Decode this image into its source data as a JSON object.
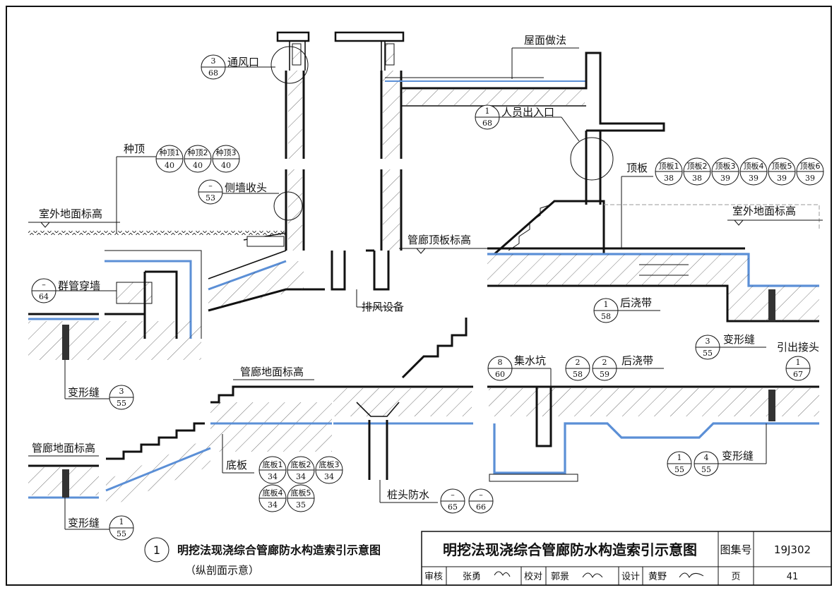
{
  "labels": {
    "vent": "通风口",
    "roof_method": "屋面做法",
    "personnel_entrance": "人员出入口",
    "planting_top": "种顶",
    "side_wall_closure": "侧墙收头",
    "top_slab": "顶板",
    "outdoor_ground_left": "室外地面标高",
    "outdoor_ground_right": "室外地面标高",
    "tunnel_top_level": "管廊顶板标高",
    "pipe_cluster_wall": "群管穿墙",
    "exhaust_equipment": "排风设备",
    "post_pour_strip_top": "后浇带",
    "deformation_joint_upper_right": "变形缝",
    "lead_out_joint": "引出接头",
    "deformation_joint_left": "变形缝",
    "tunnel_floor_level_mid": "管廊地面标高",
    "sump_pit": "集水坑",
    "post_pour_strip_bottom": "后浇带",
    "tunnel_floor_level_left": "管廊地面标高",
    "base_slab": "底板",
    "pile_head_waterproof": "桩头防水",
    "deformation_joint_bottom_right": "变形缝",
    "deformation_joint_bottom_left": "变形缝"
  },
  "refs": {
    "vent": [
      "3",
      "68"
    ],
    "planting_1": [
      "种顶1",
      "40"
    ],
    "planting_2": [
      "种顶2",
      "40"
    ],
    "planting_3": [
      "种顶3",
      "40"
    ],
    "side_wall": [
      "–",
      "53"
    ],
    "entrance": [
      "1",
      "68"
    ],
    "top_slab_1": [
      "顶板1",
      "38"
    ],
    "top_slab_2": [
      "顶板2",
      "38"
    ],
    "top_slab_3": [
      "顶板3",
      "39"
    ],
    "top_slab_4": [
      "顶板4",
      "39"
    ],
    "top_slab_5": [
      "顶板5",
      "39"
    ],
    "top_slab_6": [
      "顶板6",
      "39"
    ],
    "pipe_wall": [
      "–",
      "64"
    ],
    "post_pour_top": [
      "1",
      "58"
    ],
    "deform_ur": [
      "3",
      "55"
    ],
    "lead_out": [
      "1",
      "67"
    ],
    "deform_left": [
      "3",
      "55"
    ],
    "sump": [
      "8",
      "60"
    ],
    "post_pour_b1": [
      "2",
      "58"
    ],
    "post_pour_b2": [
      "2",
      "59"
    ],
    "base_1": [
      "底板1",
      "34"
    ],
    "base_2": [
      "底板2",
      "34"
    ],
    "base_3": [
      "底板3",
      "34"
    ],
    "base_4": [
      "底板4",
      "34"
    ],
    "base_5": [
      "底板5",
      "35"
    ],
    "pile_1": [
      "–",
      "65"
    ],
    "pile_2": [
      "–",
      "66"
    ],
    "deform_br1": [
      "1",
      "55"
    ],
    "deform_br2": [
      "4",
      "55"
    ],
    "deform_bl": [
      "1",
      "55"
    ]
  },
  "caption": {
    "number": "1",
    "title": "明挖法现浇综合管廊防水构造索引示意图",
    "subtitle": "（纵剖面示意）"
  },
  "title_block": {
    "title": "明挖法现浇综合管廊防水构造索引示意图",
    "atlas_label": "图集号",
    "atlas_no": "19J302",
    "review_label": "审核",
    "reviewer": "张勇",
    "proof_label": "校对",
    "proofer": "郭景",
    "design_label": "设计",
    "designer": "黄野",
    "page_label": "页",
    "page_no": "41"
  },
  "colors": {
    "waterproof_layer": "#5b8fd6",
    "line": "#111111"
  }
}
